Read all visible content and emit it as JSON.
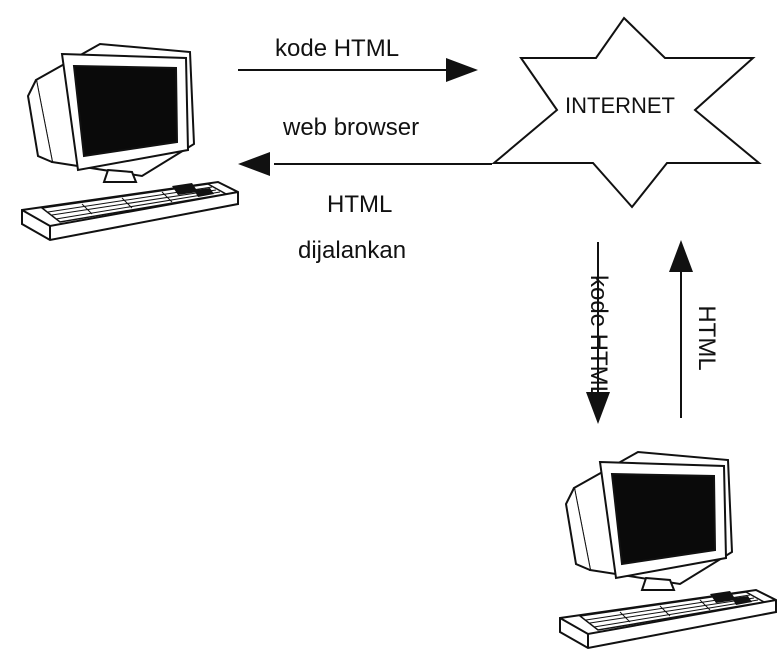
{
  "diagram": {
    "cloud_label": "INTERNET",
    "label_top_arrow": "kode HTML",
    "label_middle_arrow": "web browser",
    "label_html": "HTML",
    "label_run": "dijalankan",
    "label_down_arrow": "kode HTML",
    "label_up_arrow": "HTML",
    "client_icon": "computer-icon",
    "server_icon": "computer-icon"
  },
  "colors": {
    "stroke": "#111111",
    "screen": "#0a0a0a",
    "background": "#ffffff"
  }
}
